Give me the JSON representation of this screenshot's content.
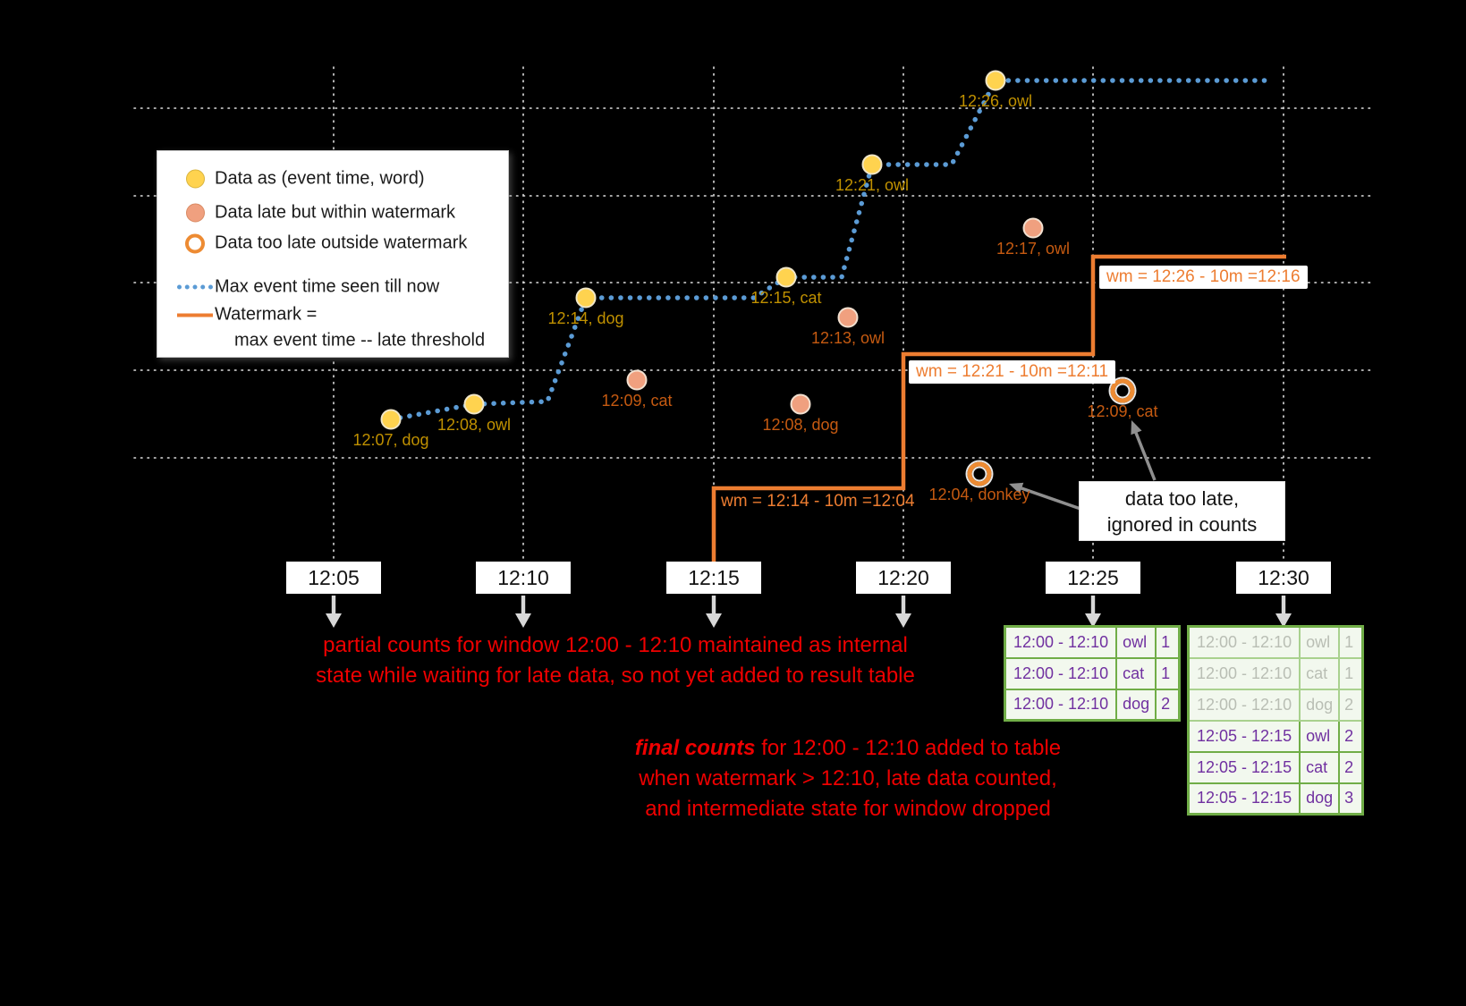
{
  "colors": {
    "background": "#000000",
    "normal_point": "#ffd34f",
    "late_point": "#f0a07f",
    "too_late_ring": "#ed8b33",
    "max_event_time_line": "#5b9bd5",
    "watermark_line": "#ed7d31",
    "normal_label": "#bf9000",
    "late_label": "#c55a11",
    "note_red": "#ef0000",
    "table_border_green": "#70ad47",
    "table_text_purple": "#7030a0"
  },
  "legend": {
    "normal": "Data as (event time, word)",
    "late": "Data late but within watermark",
    "too_late": "Data too late outside watermark",
    "max_event": "Max event time seen till now",
    "watermark_line1": "Watermark =",
    "watermark_line2": "max event time -- late threshold"
  },
  "points": {
    "normal": [
      {
        "label": "12:07, dog"
      },
      {
        "label": "12:08, owl"
      },
      {
        "label": "12:14, dog"
      },
      {
        "label": "12:15, cat"
      },
      {
        "label": "12:21, owl"
      },
      {
        "label": "12:26, owl"
      }
    ],
    "late": [
      {
        "label": "12:09, cat"
      },
      {
        "label": "12:08, dog"
      },
      {
        "label": "12:13, owl"
      },
      {
        "label": "12:17, owl"
      }
    ],
    "too_late": [
      {
        "label": "12:04, donkey"
      },
      {
        "label": "12:09, cat"
      }
    ]
  },
  "watermarks": [
    "wm = 12:14 - 10m =12:04",
    "wm = 12:21 - 10m =12:11",
    "wm = 12:26 - 10m =12:16"
  ],
  "time_axis": [
    "12:05",
    "12:10",
    "12:15",
    "12:20",
    "12:25",
    "12:30"
  ],
  "notes": {
    "partial_line1": "partial counts for window 12:00 - 12:10 maintained as internal",
    "partial_line2": "state while waiting for late data, so not yet added  to result table",
    "final_emph": "final counts",
    "final_line1_rest": " for 12:00 - 12:10 added to table",
    "final_line2": "when watermark > 12:10, late data counted,",
    "final_line3": "and intermediate state for window dropped",
    "too_late_line1": "data too late,",
    "too_late_line2": "ignored in counts"
  },
  "tables": {
    "t1": [
      [
        "12:00 - 12:10",
        "owl",
        "1"
      ],
      [
        "12:00 - 12:10",
        "cat",
        "1"
      ],
      [
        "12:00 - 12:10",
        "dog",
        "2"
      ]
    ],
    "t2": [
      [
        "12:00 - 12:10",
        "owl",
        "1"
      ],
      [
        "12:00 - 12:10",
        "cat",
        "1"
      ],
      [
        "12:00 - 12:10",
        "dog",
        "2"
      ],
      [
        "12:05 - 12:15",
        "owl",
        "2"
      ],
      [
        "12:05 - 12:15",
        "cat",
        "2"
      ],
      [
        "12:05 - 12:15",
        "dog",
        "3"
      ]
    ]
  }
}
